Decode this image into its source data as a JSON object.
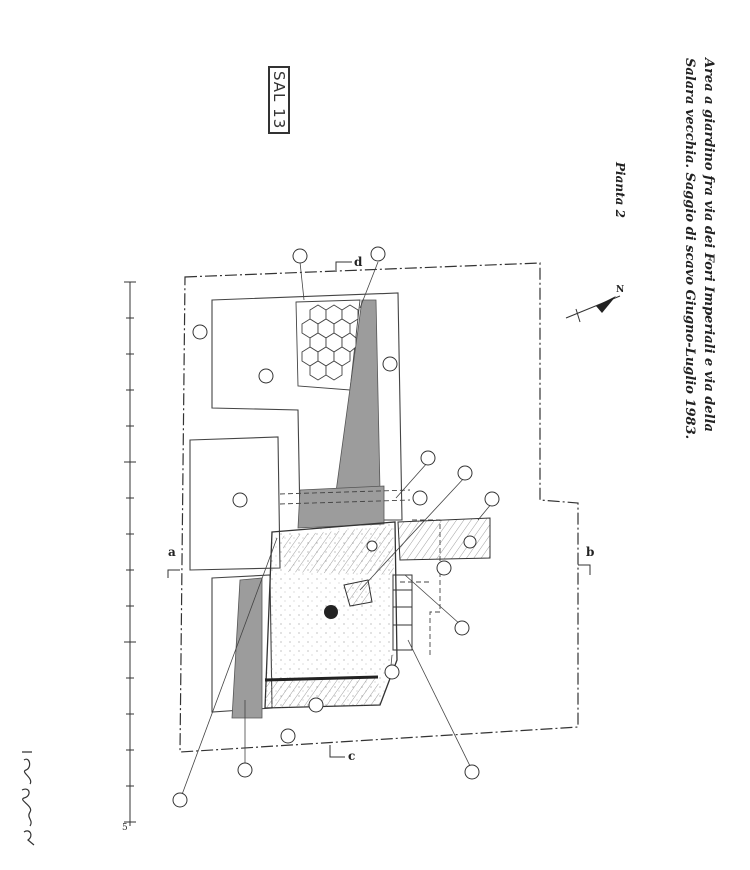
{
  "title": {
    "line1": "Area a giardino fra via dei Fori Imperiali e via della",
    "line2": "Salara vecchia. Saggio di scavo Giugno-Luglio 1983."
  },
  "subtitle": "Pianta 2",
  "stamp": "SAL 13",
  "north_label": "N",
  "section_letters": {
    "a": "a",
    "b": "b",
    "c": "c",
    "d": "d"
  },
  "scale_end_label": "5",
  "callout_symbol": "o"
}
